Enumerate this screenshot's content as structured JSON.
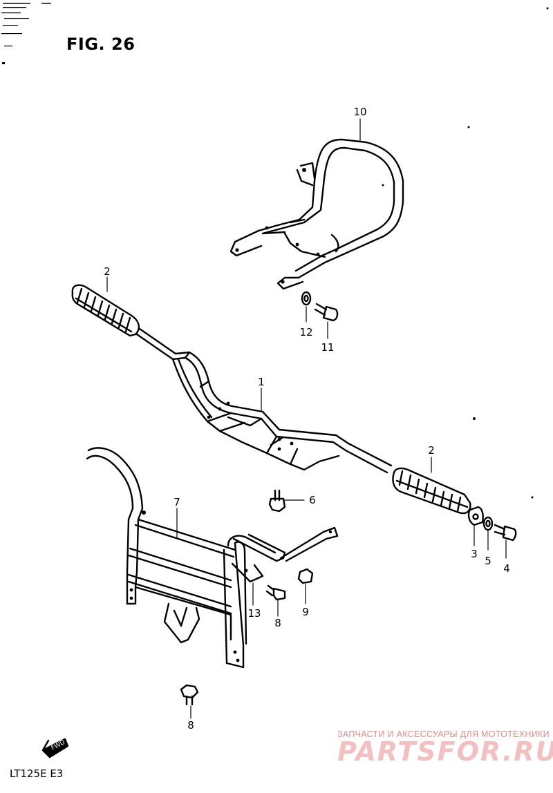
{
  "figure": {
    "title": "FIG. 26",
    "model_code": "LT125E  E3"
  },
  "fwd_arrow_label": "FWD",
  "callouts": [
    {
      "id": "c10",
      "text": "10"
    },
    {
      "id": "c2a",
      "text": "2"
    },
    {
      "id": "c12",
      "text": "12"
    },
    {
      "id": "c11",
      "text": "11"
    },
    {
      "id": "c1",
      "text": "1"
    },
    {
      "id": "c2b",
      "text": "2"
    },
    {
      "id": "c6",
      "text": "6"
    },
    {
      "id": "c7",
      "text": "7"
    },
    {
      "id": "c3",
      "text": "3"
    },
    {
      "id": "c5",
      "text": "5"
    },
    {
      "id": "c4",
      "text": "4"
    },
    {
      "id": "c13",
      "text": "13"
    },
    {
      "id": "c8a",
      "text": "8"
    },
    {
      "id": "c9",
      "text": "9"
    },
    {
      "id": "c8b",
      "text": "8"
    }
  ],
  "watermark": {
    "text": "ЗАПЧАСТИ И АКСЕССУАРЫ ДЛЯ МОТОТЕХНИКИ",
    "logo": "PARTSFOR.RU"
  }
}
